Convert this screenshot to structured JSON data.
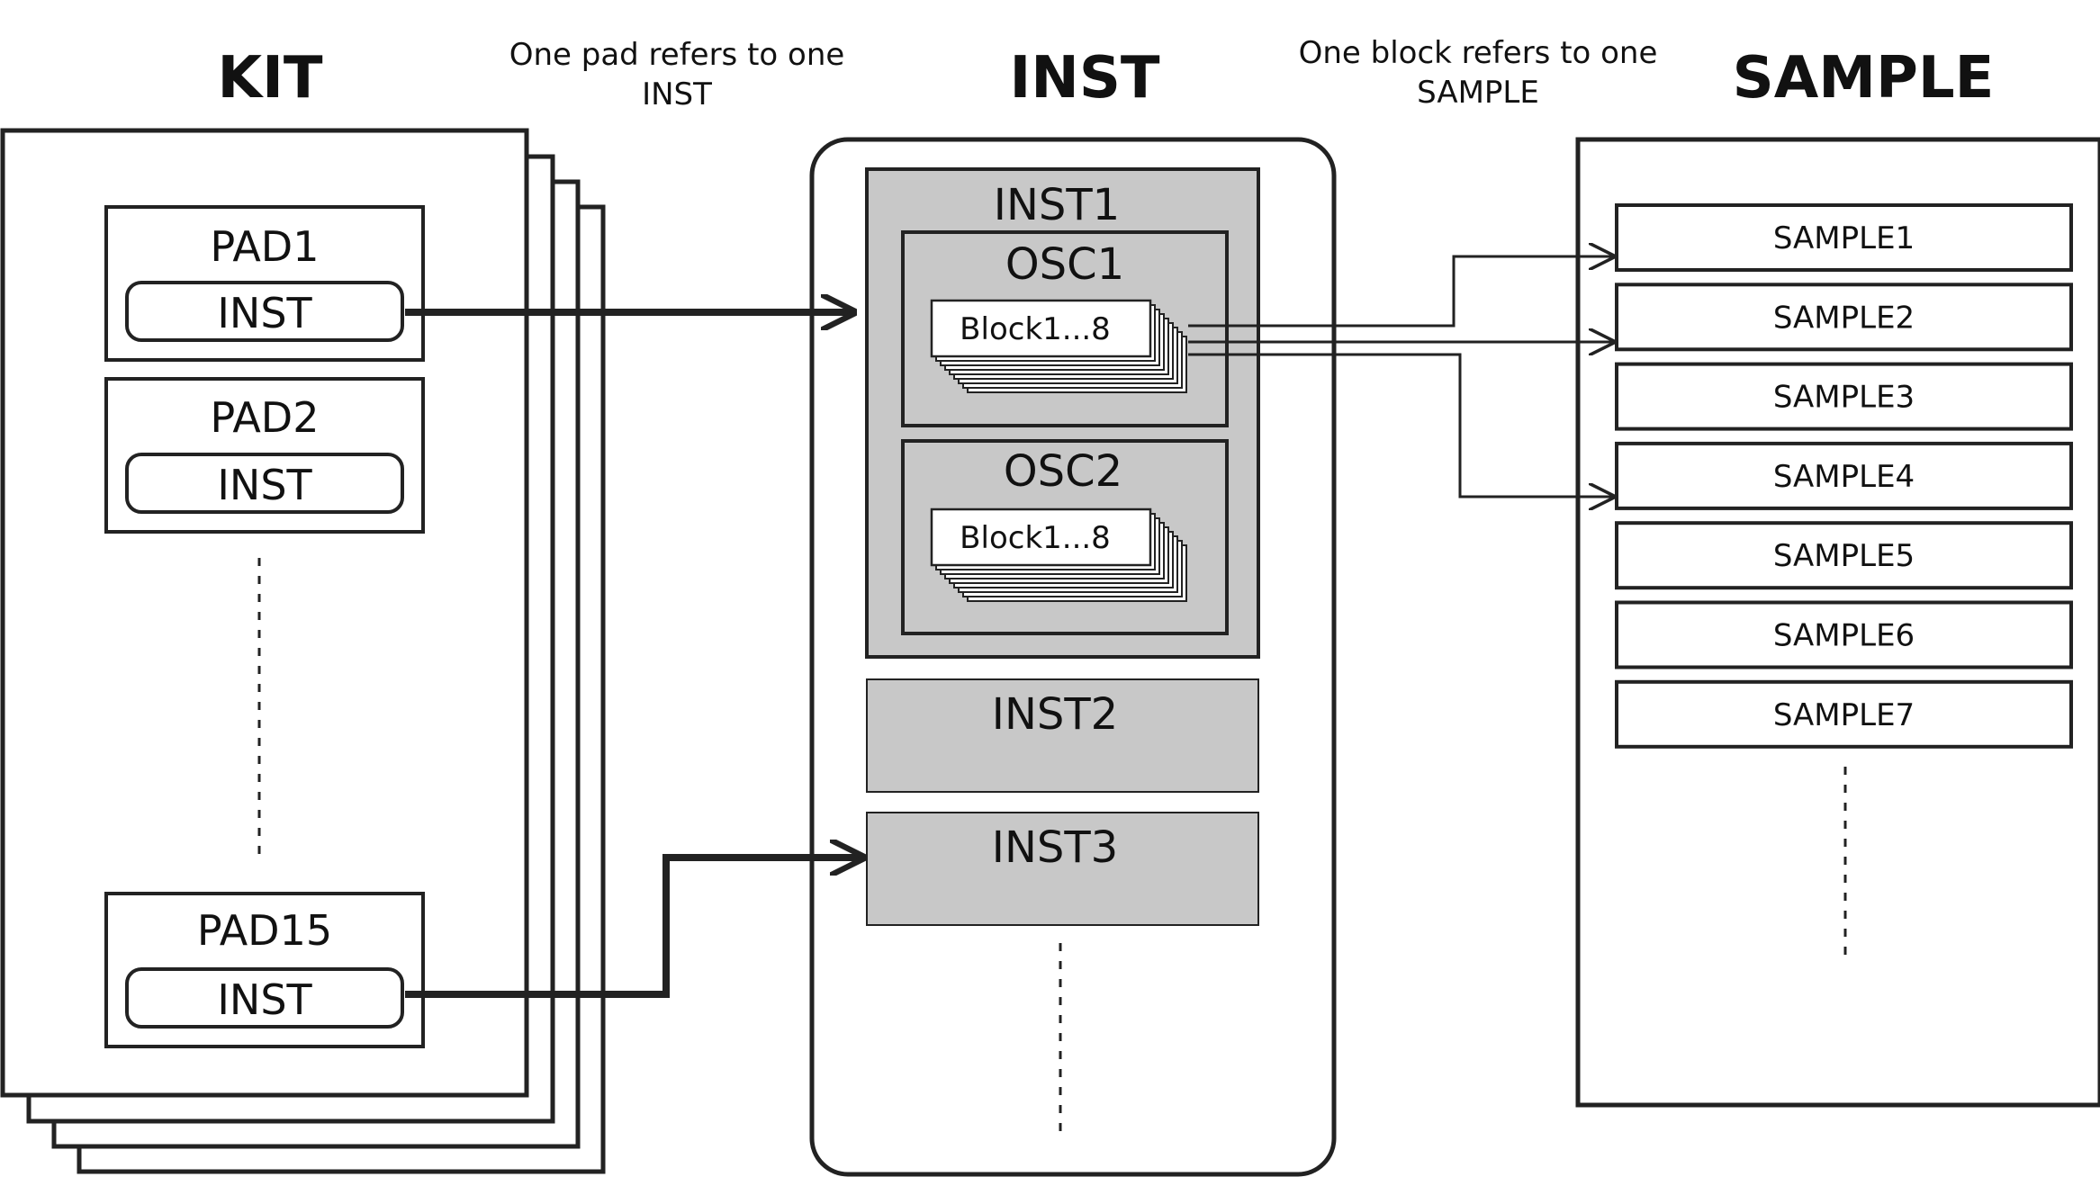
{
  "columns": {
    "kit": {
      "title": "KIT"
    },
    "inst": {
      "title": "INST"
    },
    "sample": {
      "title": "SAMPLE"
    }
  },
  "notes": {
    "pad_to_inst": [
      "One pad refers to one",
      "INST"
    ],
    "block_to_sample": [
      "One block refers to one",
      "SAMPLE"
    ]
  },
  "kit": {
    "pads": [
      {
        "label": "PAD1",
        "inst_label": "INST"
      },
      {
        "label": "PAD2",
        "inst_label": "INST"
      },
      {
        "label": "PAD15",
        "inst_label": "INST"
      }
    ]
  },
  "inst": {
    "items": [
      {
        "label": "INST1",
        "oscillators": [
          {
            "label": "OSC1",
            "block_label": "Block1...8"
          },
          {
            "label": "OSC2",
            "block_label": "Block1...8"
          }
        ]
      },
      {
        "label": "INST2"
      },
      {
        "label": "INST3"
      }
    ]
  },
  "samples": {
    "items": [
      "SAMPLE1",
      "SAMPLE2",
      "SAMPLE3",
      "SAMPLE4",
      "SAMPLE5",
      "SAMPLE6",
      "SAMPLE7"
    ]
  },
  "colors": {
    "stroke": "#222222",
    "inst_fill": "#c8c8c8",
    "background": "#ffffff"
  }
}
